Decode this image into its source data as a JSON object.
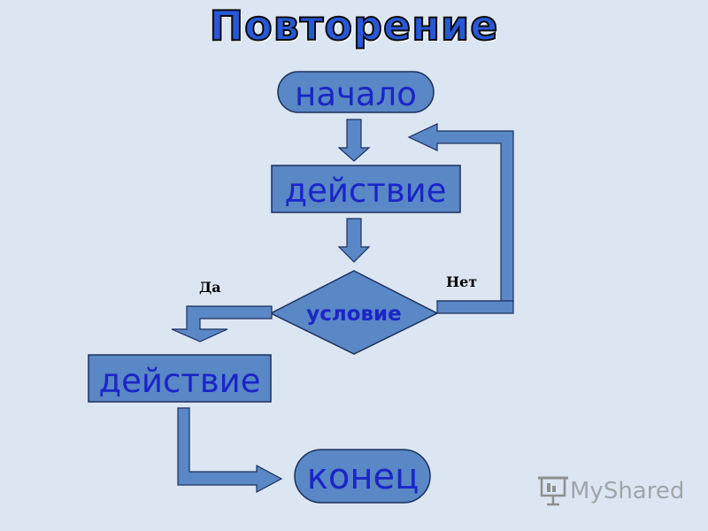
{
  "title": "Повторение",
  "nodes": {
    "start": "начало",
    "action_top": "действие",
    "condition": "условие",
    "action_bottom": "действие",
    "end": "конец"
  },
  "labels": {
    "yes": "Да",
    "no": "Нет"
  },
  "watermark": {
    "text": "MyShared",
    "icon": "presentation-board-icon"
  },
  "colors": {
    "background": "#dbe6f2",
    "shape_fill": "#5a87c5",
    "shape_stroke": "#1c2f5c",
    "node_text": "#1a25c8",
    "title_fill": "#2858d6"
  }
}
